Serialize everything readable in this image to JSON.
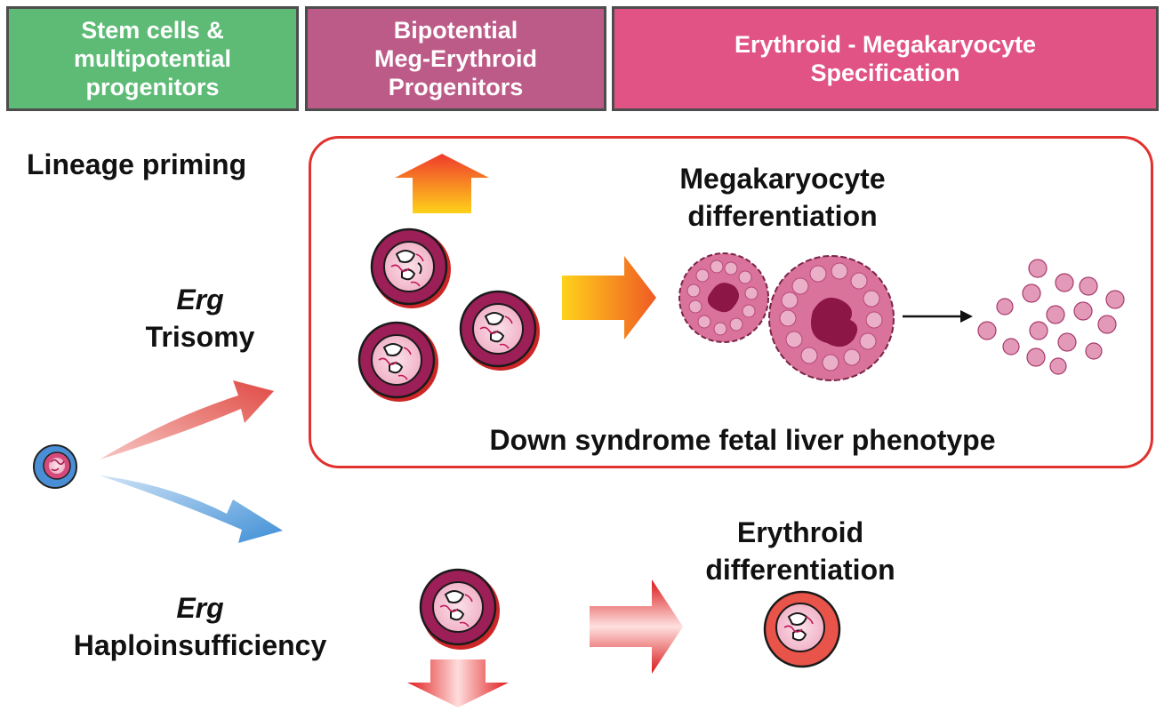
{
  "headers": {
    "stem": "Stem cells &\nmultipotential\nprogenitors",
    "bipotential": "Bipotential\nMeg-Erythroid\nProgenitors",
    "specification": "Erythroid - Megakaryocyte\nSpecification"
  },
  "labels": {
    "lineage_priming": "Lineage priming",
    "trisomy_gene": "Erg",
    "trisomy": "Trisomy",
    "haplo_gene": "Erg",
    "haplo": "Haploinsufficiency",
    "meg_diff_1": "Megakaryocyte",
    "meg_diff_2": "differentiation",
    "down_syndrome": "Down syndrome fetal liver phenotype",
    "ery_diff_1": "Erythroid",
    "ery_diff_2": "differentiation"
  },
  "colors": {
    "stem_header": "#5dbb76",
    "bipotential_header": "#bd5b88",
    "specification_header": "#e05384",
    "box_border": "#e0322e",
    "trisomy_arrow": "#e8605a",
    "haplo_arrow": "#4f98d8",
    "progenitor_cell": "#9c1f57",
    "megakaryocyte": "#d9739b",
    "platelet": "#e39ab8"
  },
  "icons": {
    "stem_cell": "stem-cell-icon",
    "progenitor": "progenitor-cell-icon",
    "megakaryocyte": "megakaryocyte-icon",
    "platelet": "platelet-icon",
    "erythroid": "erythroid-cell-icon"
  }
}
